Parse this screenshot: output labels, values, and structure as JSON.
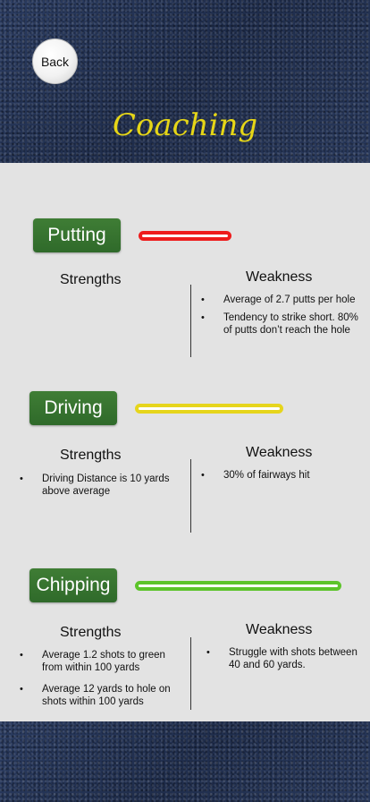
{
  "header": {
    "back_label": "Back",
    "title": "Coaching"
  },
  "colors": {
    "title": "#e6d617",
    "skill_button": "#3a7632",
    "putting_rating": "#ee1c1c",
    "driving_rating": "#e6d51c",
    "chipping_rating": "#5cc42a"
  },
  "sections": [
    {
      "skill": "Putting",
      "rating_color": "#ee1c1c",
      "strengths_heading": "Strengths",
      "weakness_heading": "Weakness",
      "strengths": [],
      "weaknesses": [
        "Average of 2.7 putts per hole",
        "Tendency to strike short. 80% of putts don’t reach the hole"
      ]
    },
    {
      "skill": "Driving",
      "rating_color": "#e6d51c",
      "strengths_heading": "Strengths",
      "weakness_heading": "Weakness",
      "strengths": [
        "Driving Distance is 10 yards above average"
      ],
      "weaknesses": [
        "30% of fairways hit"
      ]
    },
    {
      "skill": "Chipping",
      "rating_color": "#5cc42a",
      "strengths_heading": "Strengths",
      "weakness_heading": "Weakness",
      "strengths": [
        "Average 1.2 shots to green from within 100 yards",
        "Average 12 yards to hole on shots within 100 yards"
      ],
      "weaknesses": [
        "Struggle with shots between 40 and 60 yards."
      ]
    }
  ]
}
